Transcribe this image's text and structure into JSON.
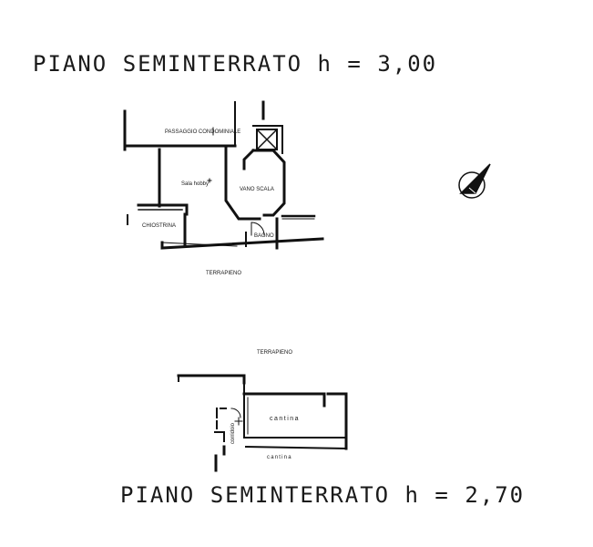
{
  "titles": {
    "upper_floor": "PIANO SEMINTERRATO h = 3,00",
    "lower_floor": "PIANO SEMINTERRATO h = 2,70"
  },
  "upper_plan": {
    "labels": {
      "corridor": "PASSAGGIO CONDOMINIALE",
      "hobby_room": "Sala hobby",
      "stairwell": "VANO SCALA",
      "light_well": "CHIOSTRINA",
      "bathroom": "BAGNO",
      "embankment": "TERRAPIENO"
    }
  },
  "lower_plan": {
    "labels": {
      "embankment": "TERRAPIENO",
      "cellar_inner": "cantina",
      "cellar_outer": "cantina",
      "corridor_vertical": "corridoio"
    }
  },
  "icons": {
    "north_arrow": "compass-north-arrow-icon",
    "stair_shaft": "crossed-square-lift-icon"
  }
}
